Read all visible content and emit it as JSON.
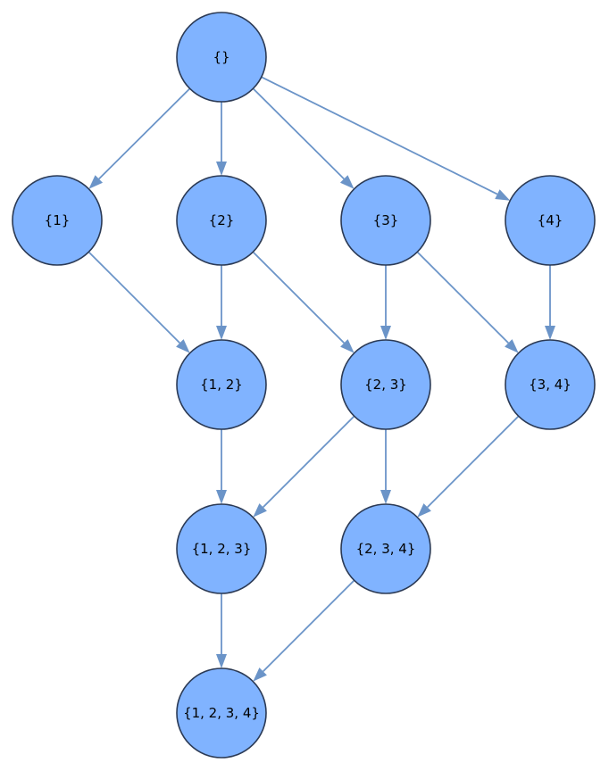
{
  "colors": {
    "node_fill": "#80b3ff",
    "node_stroke": "#2b3a55",
    "edge": "#6b94c8"
  },
  "nodes": [
    {
      "id": "n-empty",
      "label": "{}"
    },
    {
      "id": "n-1",
      "label": "{1}"
    },
    {
      "id": "n-2",
      "label": "{2}"
    },
    {
      "id": "n-3",
      "label": "{3}"
    },
    {
      "id": "n-4",
      "label": "{4}"
    },
    {
      "id": "n-1-2",
      "label": "{1, 2}"
    },
    {
      "id": "n-2-3",
      "label": "{2, 3}"
    },
    {
      "id": "n-3-4",
      "label": "{3, 4}"
    },
    {
      "id": "n-1-2-3",
      "label": "{1, 2, 3}"
    },
    {
      "id": "n-2-3-4",
      "label": "{2, 3, 4}"
    },
    {
      "id": "n-1-2-3-4",
      "label": "{1, 2, 3, 4}"
    }
  ],
  "edges": [
    {
      "from": "n-empty",
      "to": "n-1"
    },
    {
      "from": "n-empty",
      "to": "n-2"
    },
    {
      "from": "n-empty",
      "to": "n-3"
    },
    {
      "from": "n-empty",
      "to": "n-4"
    },
    {
      "from": "n-1",
      "to": "n-1-2"
    },
    {
      "from": "n-2",
      "to": "n-1-2"
    },
    {
      "from": "n-2",
      "to": "n-2-3"
    },
    {
      "from": "n-3",
      "to": "n-2-3"
    },
    {
      "from": "n-3",
      "to": "n-3-4"
    },
    {
      "from": "n-4",
      "to": "n-3-4"
    },
    {
      "from": "n-1-2",
      "to": "n-1-2-3"
    },
    {
      "from": "n-2-3",
      "to": "n-1-2-3"
    },
    {
      "from": "n-2-3",
      "to": "n-2-3-4"
    },
    {
      "from": "n-3-4",
      "to": "n-2-3-4"
    },
    {
      "from": "n-1-2-3",
      "to": "n-1-2-3-4"
    },
    {
      "from": "n-2-3-4",
      "to": "n-1-2-3-4"
    }
  ]
}
